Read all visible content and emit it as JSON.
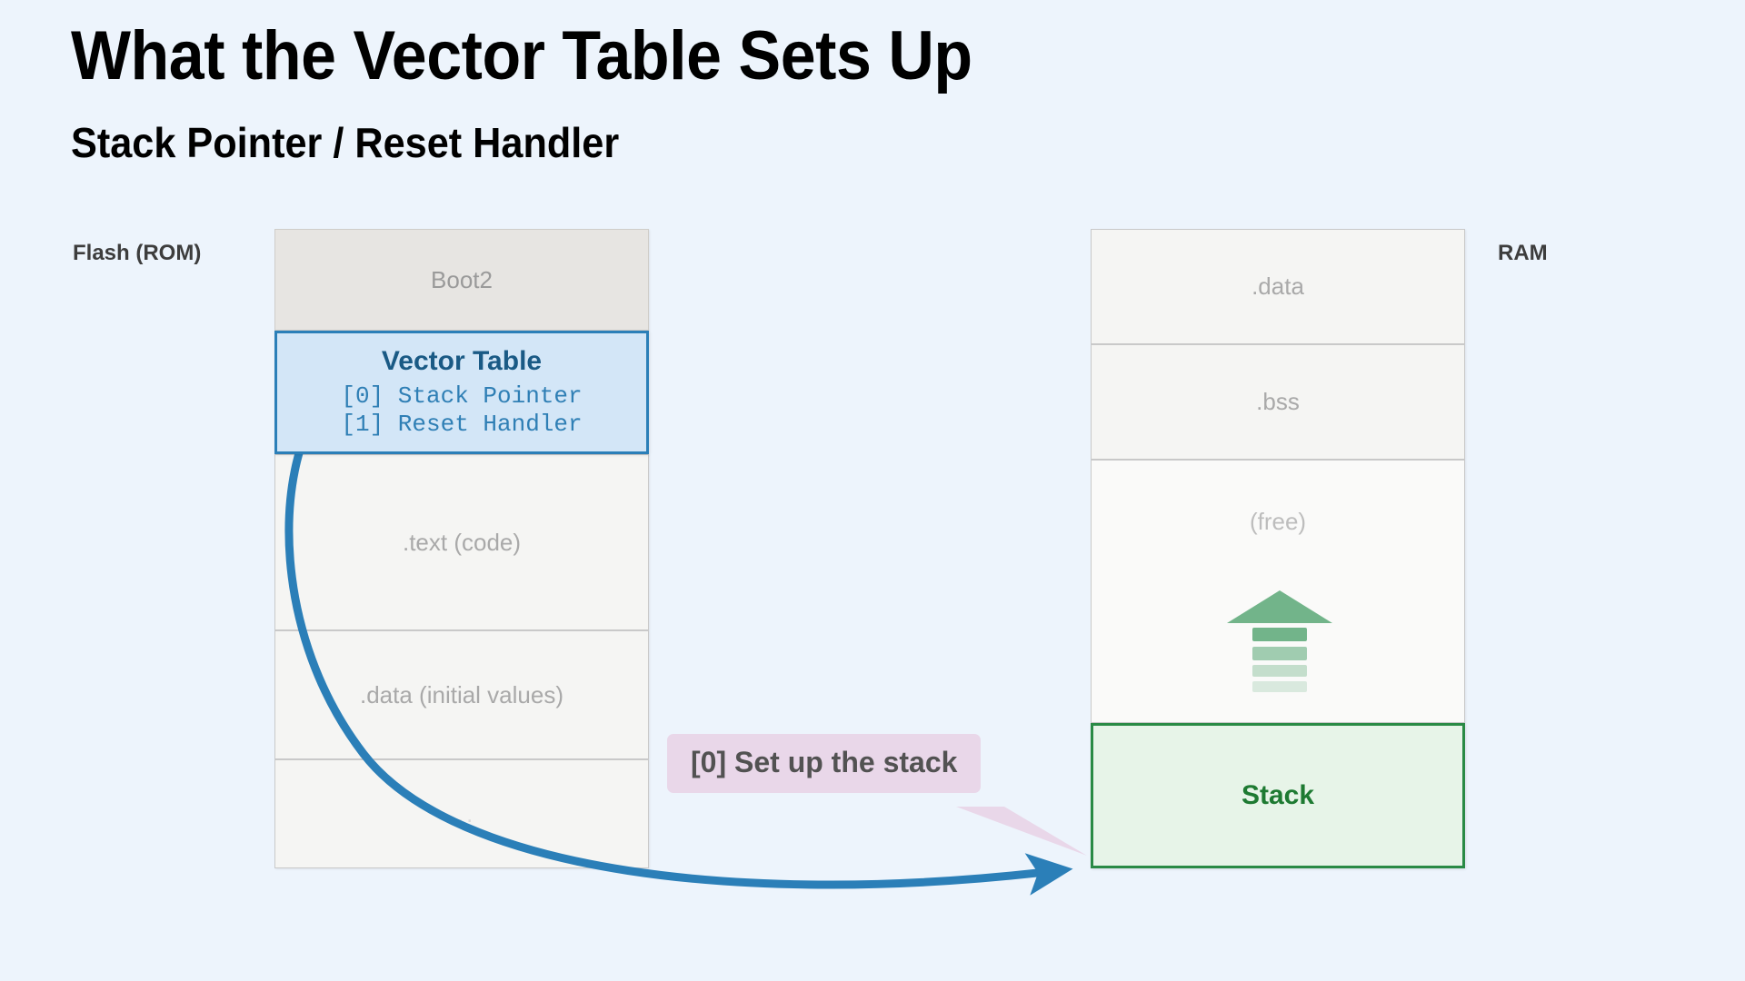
{
  "heading": {
    "title": "What the Vector Table Sets Up",
    "subtitle": "Stack Pointer / Reset Handler"
  },
  "labels": {
    "flash": "Flash (ROM)",
    "ram": "RAM"
  },
  "flash": {
    "blocks": [
      {
        "label": "Boot2",
        "kind": "plain"
      },
      {
        "label": "Vector Table",
        "kind": "highlight"
      },
      {
        "label": ".text (code)",
        "kind": "plain"
      },
      {
        "label": ".data (initial values)",
        "kind": "plain"
      },
      {
        "label": "...",
        "kind": "plain"
      }
    ],
    "vector_table": {
      "title": "Vector Table",
      "entries": [
        "[0] Stack Pointer",
        "[1] Reset Handler"
      ]
    }
  },
  "ram": {
    "blocks": [
      {
        "label": ".data",
        "kind": "plain"
      },
      {
        "label": ".bss",
        "kind": "plain"
      },
      {
        "label": "(free)",
        "kind": "free"
      },
      {
        "label": "Stack",
        "kind": "highlight"
      }
    ]
  },
  "callout": {
    "text": "[0] Set up the stack"
  },
  "stack_growth": {
    "direction": "up",
    "bar_count": 4
  },
  "colors": {
    "background": "#edf4fc",
    "accent_blue": "#2b7fb8",
    "vector_table_fill": "#d3e6f7",
    "vector_table_text": "#1a5a85",
    "accent_green": "#2a8a45",
    "stack_fill": "#e7f4e8",
    "stack_text": "#1e7a32",
    "growth_green": "#72b48a",
    "callout_fill": "#e9d7e9",
    "callout_text": "#525252",
    "block_fill": "#f5f5f3",
    "boot2_fill": "#e7e5e2",
    "muted_text": "#a9a9a9",
    "label_text": "#3d3d3d"
  }
}
